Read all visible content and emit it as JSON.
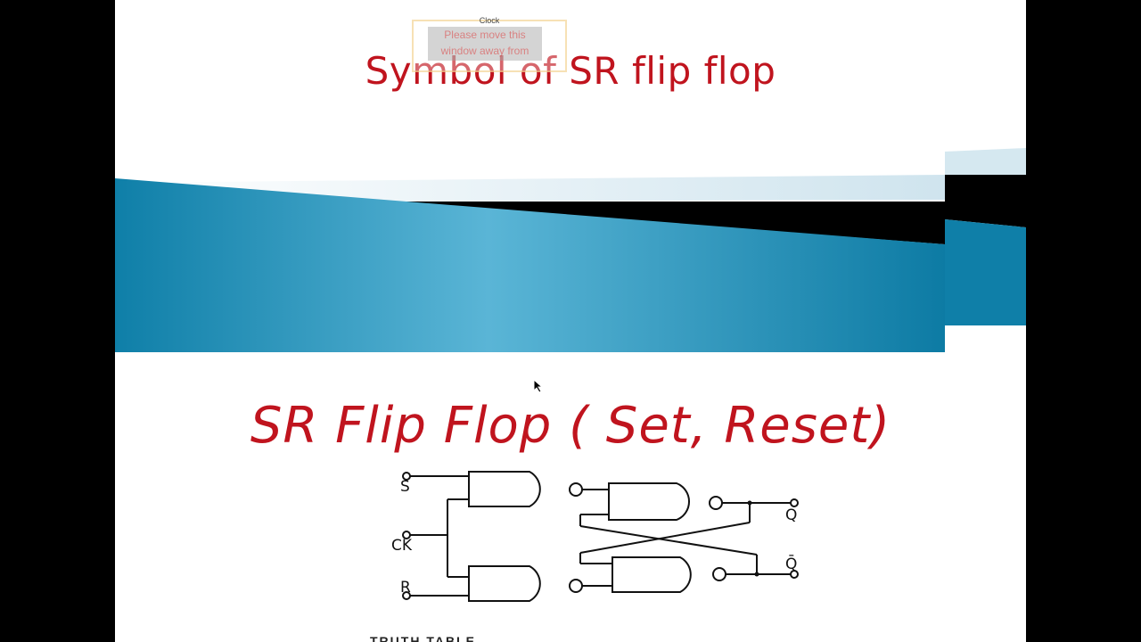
{
  "slide": {
    "title": "Symbol of SR flip flop",
    "subtitle": "SR Flip Flop ( Set, Reset)",
    "title_color": "#c0141e",
    "banner_color": "#0f7fa8"
  },
  "clock_popup": {
    "label": "Clock",
    "message": "Please move this window away from"
  },
  "circuit": {
    "inputs": [
      "S",
      "CK",
      "R"
    ],
    "outputs": [
      "Q",
      "Q̄"
    ]
  },
  "footer_text": "TRUTH TABLE"
}
